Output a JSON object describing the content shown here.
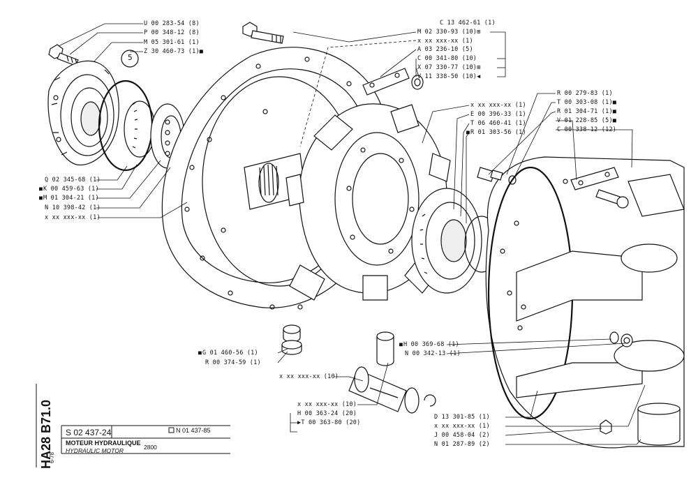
{
  "labels": {
    "u00283": "U 00 283-54 (8)",
    "p00348": "P 00 348-12 (8)",
    "m05301": "M 05 301-61 (1)",
    "z30460": "Z 30 460-73 (1)",
    "c13462": "C 13 462-61 (1)",
    "m02330": "M 02 330-93 (10)",
    "xxx1a": "x xx xxx-xx (1)",
    "a03236": "A 03 236-10 (5)",
    "c00341": "C 00 341-80 (10)",
    "x07330": "X 07 330-77 (10)",
    "v11338": "V 11 338-50 (10)",
    "r00279": "R 00 279-83 (1)",
    "t00303": "T 00 303-08 (1)",
    "r01304": "R 01 304-71 (1)",
    "v01228": "V 01 228-85 (5)",
    "c00338": "C 00 338-12 (12)",
    "xxx1b": "x xx xxx-xx (1)",
    "e00396": "E 00 396-33 (1)",
    "t06460": "T 06 460-41 (1)",
    "r01303": "R 01 303-56 (1)",
    "q02345": "Q 02 345-68 (1)",
    "k00459": "K 00 459-63 (1)",
    "m01304": "M 01 304-21 (1)",
    "n10398": "N 10 398-42 (1)",
    "xxx1c": "x xx xxx-xx (1)",
    "g01460": "G 01 460-56 (1)",
    "r00374": "R 00 374-59 (1)",
    "xxx10a": "x xx xxx-xx (10)",
    "h00369": "H 00 369-68 (1)",
    "n00342": "N 00 342-13 (1)",
    "xxx10b": "x xx xxx-xx (10)",
    "h00363": "H 00 363-24 (20)",
    "t00363": "T 00 363-80 (20)",
    "d13301": "D 13 301-85 (1)",
    "xxx1d": "x xx xxx-xx (1)",
    "j00458": "J 00 458-04 (2)",
    "n01287": "N 01 287-89 (2)",
    "callout": "5"
  },
  "title_block": {
    "side_code": "HA28 B71.0",
    "date": "6-78",
    "ref": "S 02 437-24",
    "alt_ref": "N 01 437-85",
    "title_fr": "MOTEUR HYDRAULIQUE",
    "title_en": "HYDRAULIC MOTOR",
    "model": "2800"
  }
}
